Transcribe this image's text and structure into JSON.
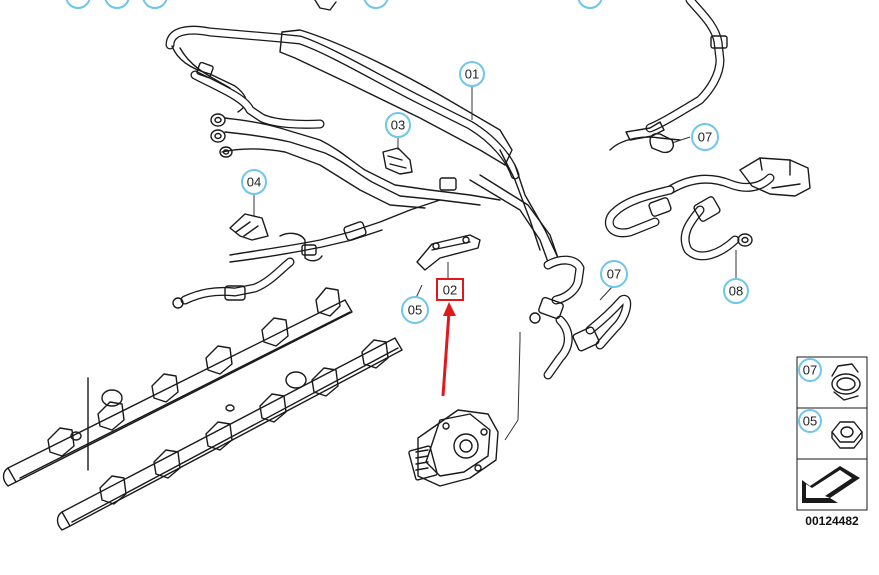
{
  "callouts": {
    "c01": "01",
    "c02": "02",
    "c03": "03",
    "c04": "04",
    "c05": "05",
    "c07a": "07",
    "c07b": "07",
    "c08": "08"
  },
  "legend": {
    "item_clamp_label": "07",
    "item_nut_label": "05"
  },
  "diagram_number": "00124482",
  "colors": {
    "callout_ring": "#6ec6ea",
    "highlight": "#e0191c",
    "line": "#1a1a1a"
  },
  "icons": {
    "clamp": "hose-clamp-icon",
    "nut": "hex-nut-icon",
    "arrow": "direction-arrow-icon"
  }
}
